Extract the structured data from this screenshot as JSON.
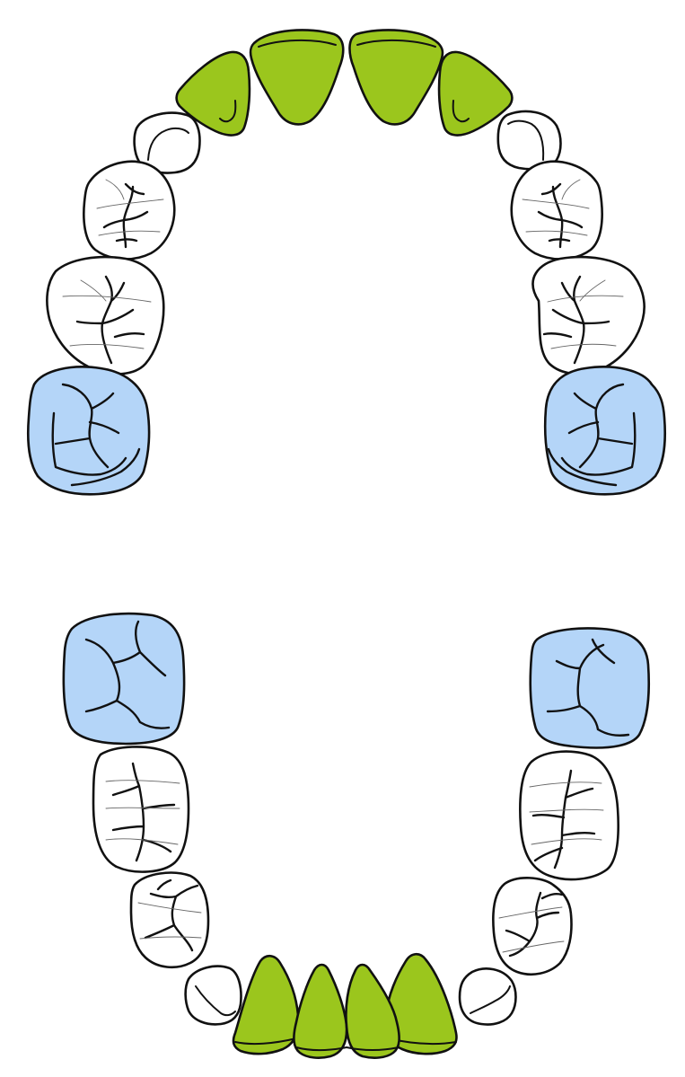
{
  "colors": {
    "background": "#ffffff",
    "outline": "#111111",
    "incisor_fill": "#9bc61d",
    "molar_fill": "#b4d5f8",
    "default_fill": "#ffffff"
  },
  "arches": [
    {
      "name": "upper",
      "teeth": [
        {
          "kind": "premolar",
          "status": "unmarked"
        },
        {
          "kind": "premolar",
          "status": "unmarked"
        },
        {
          "kind": "molar",
          "status": "highlighted-blue"
        }
      ]
    },
    {
      "name": "lower",
      "teeth": [
        {
          "kind": "molar",
          "status": "highlighted-blue"
        },
        {
          "kind": "premolar",
          "status": "unmarked"
        },
        {
          "kind": "premolar",
          "status": "unmarked"
        }
      ]
    }
  ]
}
